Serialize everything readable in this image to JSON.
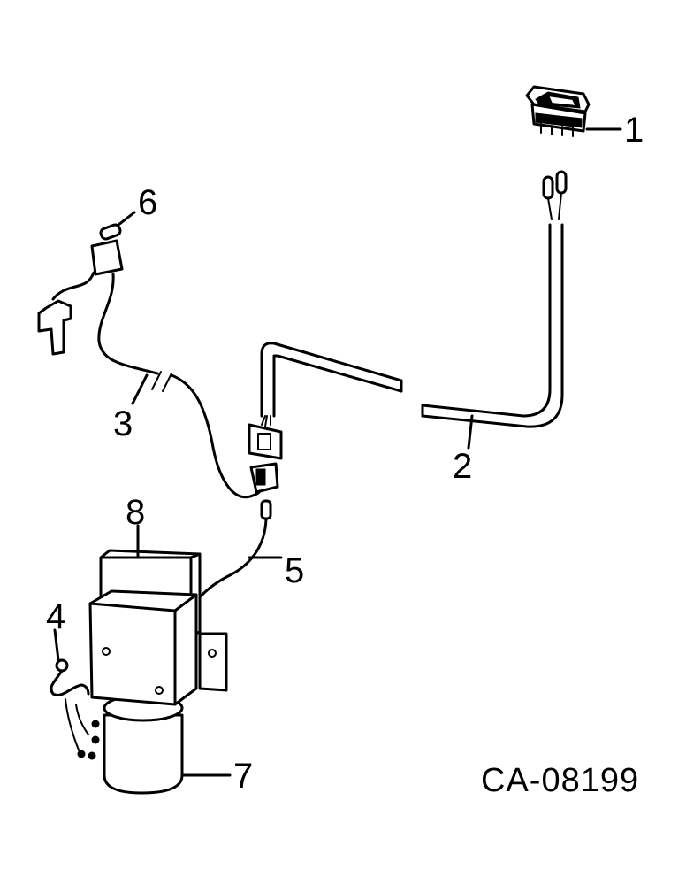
{
  "drawing_code": "CA-08199",
  "callouts": {
    "c1": "1",
    "c2": "2",
    "c3": "3",
    "c4": "4",
    "c5": "5",
    "c6": "6",
    "c7": "7",
    "c8": "8"
  }
}
